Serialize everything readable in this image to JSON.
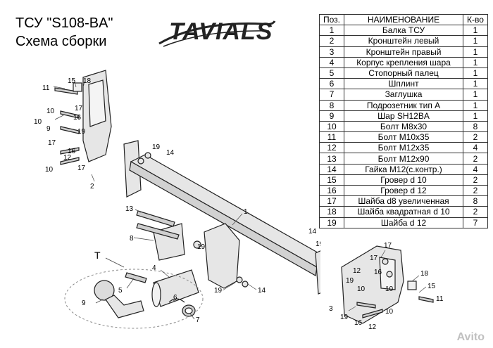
{
  "header": {
    "title": "ТСУ  \"S108-BA\"",
    "subtitle": "Схема сборки",
    "logo": "TAVIALS"
  },
  "table": {
    "headers": {
      "pos": "Поз.",
      "name": "НАИМЕНОВАНИЕ",
      "qty": "К-во"
    },
    "rows": [
      {
        "pos": "1",
        "name": "Балка ТСУ",
        "qty": "1"
      },
      {
        "pos": "2",
        "name": "Кронштейн левый",
        "qty": "1"
      },
      {
        "pos": "3",
        "name": "Кронштейн правый",
        "qty": "1"
      },
      {
        "pos": "4",
        "name": "Корпус крепления шара",
        "qty": "1"
      },
      {
        "pos": "5",
        "name": "Стопорный палец",
        "qty": "1"
      },
      {
        "pos": "6",
        "name": "Шплинт",
        "qty": "1"
      },
      {
        "pos": "7",
        "name": "Заглушка",
        "qty": "1"
      },
      {
        "pos": "8",
        "name": "Подрозетник тип А",
        "qty": "1"
      },
      {
        "pos": "9",
        "name": "Шар SH12BA",
        "qty": "1"
      },
      {
        "pos": "10",
        "name": "Болт М8х30",
        "qty": "8"
      },
      {
        "pos": "11",
        "name": "Болт М10х35",
        "qty": "2"
      },
      {
        "pos": "12",
        "name": "Болт М12х35",
        "qty": "4"
      },
      {
        "pos": "13",
        "name": "Болт М12х90",
        "qty": "2"
      },
      {
        "pos": "14",
        "name": "Гайка М12(с.контр.)",
        "qty": "4"
      },
      {
        "pos": "15",
        "name": "Гровер d 10",
        "qty": "2"
      },
      {
        "pos": "16",
        "name": "Гровер d 12",
        "qty": "2"
      },
      {
        "pos": "17",
        "name": "Шайба d8 увеличенная",
        "qty": "8"
      },
      {
        "pos": "18",
        "name": "Шайба квадратная d 10",
        "qty": "2"
      },
      {
        "pos": "19",
        "name": "Шайба d 12",
        "qty": "7"
      }
    ]
  },
  "callouts": {
    "n1": "1",
    "n2": "2",
    "n3": "3",
    "n4": "4",
    "n5": "5",
    "n6": "6",
    "n7": "7",
    "n8": "8",
    "n9": "9",
    "n10": "10",
    "n11": "11",
    "n12": "12",
    "n13": "13",
    "n14": "14",
    "n15": "15",
    "n16": "16",
    "n17": "17",
    "n18": "18",
    "n19": "19",
    "t": "T"
  },
  "watermark": "Avito"
}
